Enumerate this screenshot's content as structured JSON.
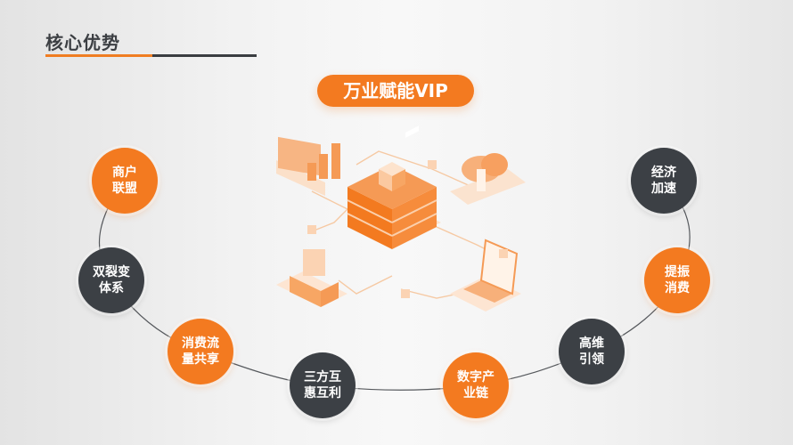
{
  "header": {
    "title": "核心优势"
  },
  "badge": {
    "label": "万业赋能VIP"
  },
  "colors": {
    "accent": "#f37a20",
    "dark": "#3c4045",
    "title_text": "#3c3f43"
  },
  "illustration": {
    "description": "isometric server stack connected to bar chart, cloud, printer and laptop",
    "icons": [
      "server-icon",
      "bar-chart-icon",
      "cloud-upload-icon",
      "printer-icon",
      "laptop-icon",
      "cube-icon"
    ]
  },
  "nodes": [
    {
      "line1": "商户",
      "line2": "联盟",
      "color": "orange"
    },
    {
      "line1": "双裂变",
      "line2": "体系",
      "color": "dark"
    },
    {
      "line1": "消费流",
      "line2": "量共享",
      "color": "orange"
    },
    {
      "line1": "三方互",
      "line2": "惠互利",
      "color": "dark"
    },
    {
      "line1": "数字产",
      "line2": "业链",
      "color": "orange"
    },
    {
      "line1": "高维",
      "line2": "引领",
      "color": "dark"
    },
    {
      "line1": "提振",
      "line2": "消费",
      "color": "orange"
    },
    {
      "line1": "经济",
      "line2": "加速",
      "color": "dark"
    }
  ]
}
